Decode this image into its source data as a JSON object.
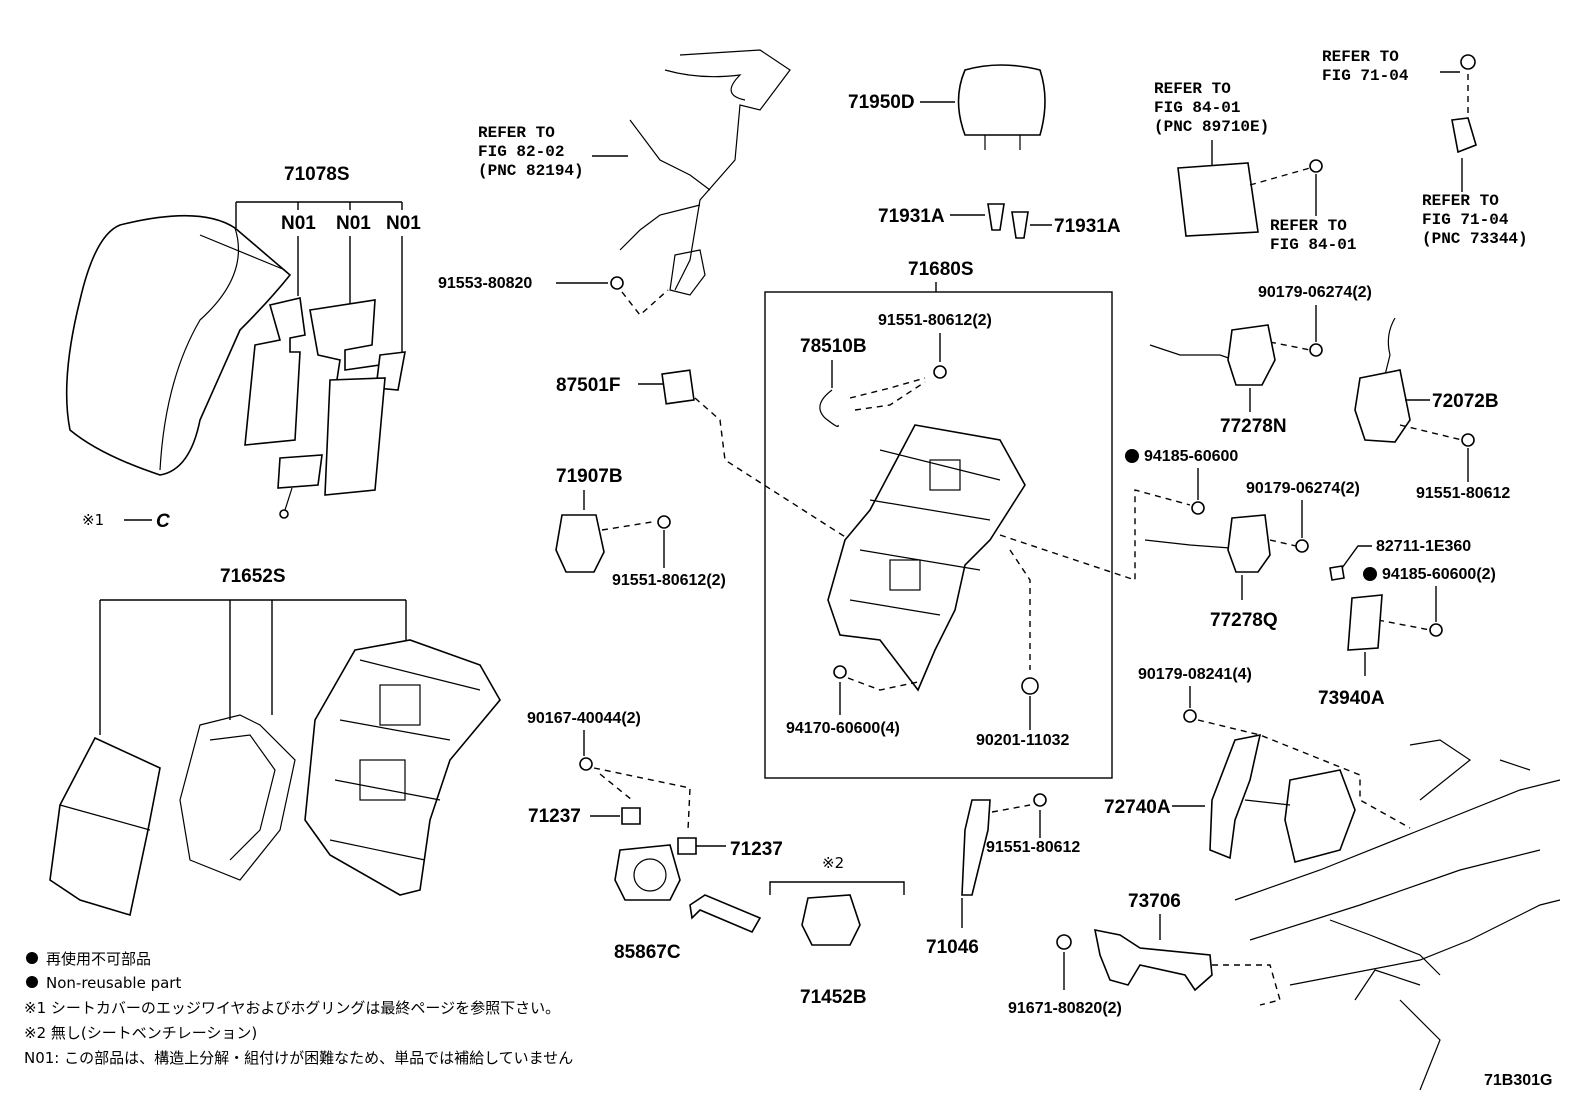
{
  "labels": {
    "p71078S": "71078S",
    "n01a": "N01",
    "n01b": "N01",
    "n01c": "N01",
    "p71652S": "71652S",
    "note1_mark": "※1",
    "note1_c": "C",
    "refer_82_l1": "REFER TO",
    "refer_82_l2": "FIG 82-02",
    "refer_82_l3": "(PNC 82194)",
    "p91553": "91553-80820",
    "p87501F": "87501F",
    "p71907B": "71907B",
    "p91551_2a": "91551-80612(2)",
    "p90167": "90167-40044(2)",
    "p71237a": "71237",
    "p71237b": "71237",
    "p85867C": "85867C",
    "note2_mark": "※2",
    "p71452B": "71452B",
    "p71950D": "71950D",
    "p71931Aa": "71931A",
    "p71931Ab": "71931A",
    "p71680S": "71680S",
    "p91551_2b": "91551-80612(2)",
    "p78510B": "78510B",
    "p94170": "94170-60600(4)",
    "p90201": "90201-11032",
    "p71046": "71046",
    "p91551_c": "91551-80612",
    "refer_84a_l1": "REFER TO",
    "refer_84a_l2": "FIG 84-01",
    "refer_84a_l3": "(PNC 89710E)",
    "refer_84b_l1": "REFER TO",
    "refer_84b_l2": "FIG 84-01",
    "refer_71a_l1": "REFER TO",
    "refer_71a_l2": "FIG 71-04",
    "refer_71b_l1": "REFER TO",
    "refer_71b_l2": "FIG 71-04",
    "refer_71b_l3": "(PNC 73344)",
    "p90179_06274a": "90179-06274(2)",
    "p77278N": "77278N",
    "p72072B": "72072B",
    "p91551_d": "91551-80612",
    "p94185a": "94185-60600",
    "p90179_06274b": "90179-06274(2)",
    "p77278Q": "77278Q",
    "p82711": "82711-1E360",
    "p94185b": "94185-60600(2)",
    "p73940A": "73940A",
    "p90179_08241": "90179-08241(4)",
    "p72740A": "72740A",
    "p73706": "73706",
    "p91671": "91671-80820(2)",
    "fig_code": "71B301G"
  },
  "legend": {
    "line1": "再使用不可部品",
    "line2": "Non-reusable part",
    "line3": "※1 シートカバーのエッジワイヤおよびホグリングは最終ページを参照下さい。",
    "line4": "※2 無し(シートベンチレーション)",
    "line5": "N01: この部品は、構造上分解・組付けが困難なため、単品では補給していません"
  }
}
